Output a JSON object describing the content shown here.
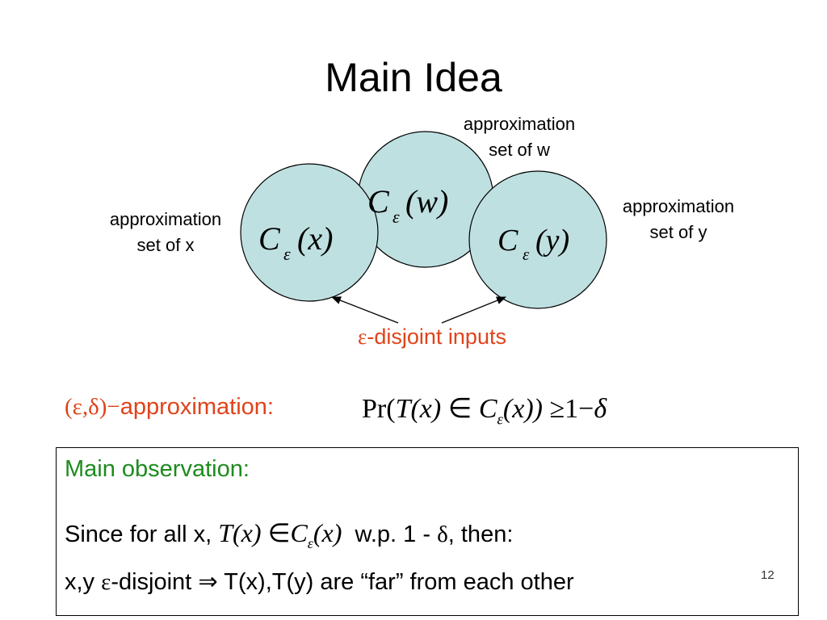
{
  "slide": {
    "title": "Main Idea",
    "number": "12"
  },
  "diagram": {
    "labels": {
      "w": [
        "approximation",
        "set of w"
      ],
      "x": [
        "approximation",
        "set of x"
      ],
      "y": [
        "approximation",
        "set of y"
      ]
    },
    "circle_fill": "#bfe0e0",
    "circle_stroke": "#000000",
    "sets": {
      "w": {
        "name": "C",
        "sub": "ε",
        "arg": "(w)"
      },
      "x": {
        "name": "C",
        "sub": "ε",
        "arg": "(x)"
      },
      "y": {
        "name": "C",
        "sub": "ε",
        "arg": "(y)"
      }
    },
    "caption": {
      "greek": "ε",
      "text": "-disjoint inputs"
    }
  },
  "approximation": {
    "label_greek": "(ε,δ)−",
    "label_text": "approximation:",
    "formula": {
      "pr": "Pr(",
      "t": "T",
      "tx": "(x)",
      "in": "∈",
      "c": "C",
      "sub": "ε",
      "cx": "(x))",
      "geq": "≥",
      "one": "1−",
      "delta": "δ"
    }
  },
  "observation": {
    "title": "Main observation:",
    "line1": {
      "prefix": "Since for all x,",
      "t": "T",
      "tx": "(x)",
      "in": "∈",
      "c": "C",
      "sub": "ε",
      "cx": "(x)",
      "suffix_a": "w.p. 1 -",
      "delta": "δ",
      "suffix_b": ", then:"
    },
    "line2": {
      "prefix": "x,y",
      "eps": "ε",
      "mid": "-disjoint",
      "arrow": "⇒",
      "suffix": "T(x),T(y) are “far” from each other"
    }
  },
  "colors": {
    "accent_red": "#e0431a",
    "accent_green": "#1e8a1e"
  }
}
